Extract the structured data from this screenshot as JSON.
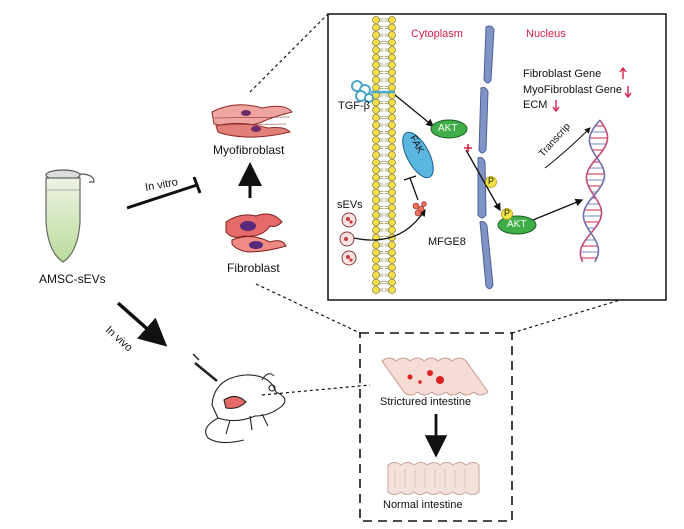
{
  "left": {
    "tube_label": "AMSC-sEVs",
    "in_vitro": "In vitro",
    "in_vivo": "In vivo",
    "myofibroblast": "Myofibroblast",
    "fibroblast": "Fibroblast"
  },
  "mechanism": {
    "cytoplasm": "Cytoplasm",
    "nucleus": "Nucleus",
    "tgf": "TGF-β",
    "fak": "FAK",
    "akt": "AKT",
    "akt2": "AKT",
    "p1": "P",
    "p2": "P",
    "sevs": "sEVs",
    "mfge8": "MFGE8",
    "transcrip": "Transcrip",
    "gene1": "Fibroblast Gene",
    "gene2": "MyoFibroblast Gene",
    "gene3": "ECM",
    "colors": {
      "membrane": "#f3df4a",
      "akt": "#3fae49",
      "fak": "#5bb6e0",
      "nucleus": "#7f94c4",
      "accent": "#d6204a"
    }
  },
  "intestine": {
    "strictured": "Strictured  intestine",
    "normal": "Normal  intestine"
  }
}
